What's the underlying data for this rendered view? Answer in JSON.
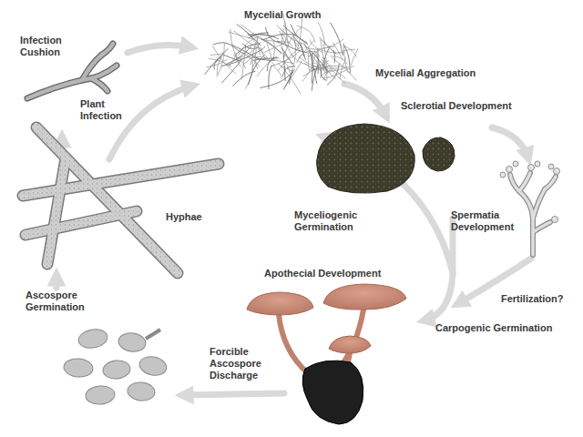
{
  "diagram": {
    "labels": [
      "Mycelial Growth",
      "Infection Cushion",
      "Mycelial Aggregation",
      "Plant Infection",
      "Sclerotial Development",
      "Spermatia Development",
      "Myceliogenic Germination",
      "Hyphae",
      "Apothecial Development",
      "Fertilization?",
      "Ascospore Germination",
      "Carpogenic Germination",
      "Forcible Ascospore Discharge"
    ]
  }
}
